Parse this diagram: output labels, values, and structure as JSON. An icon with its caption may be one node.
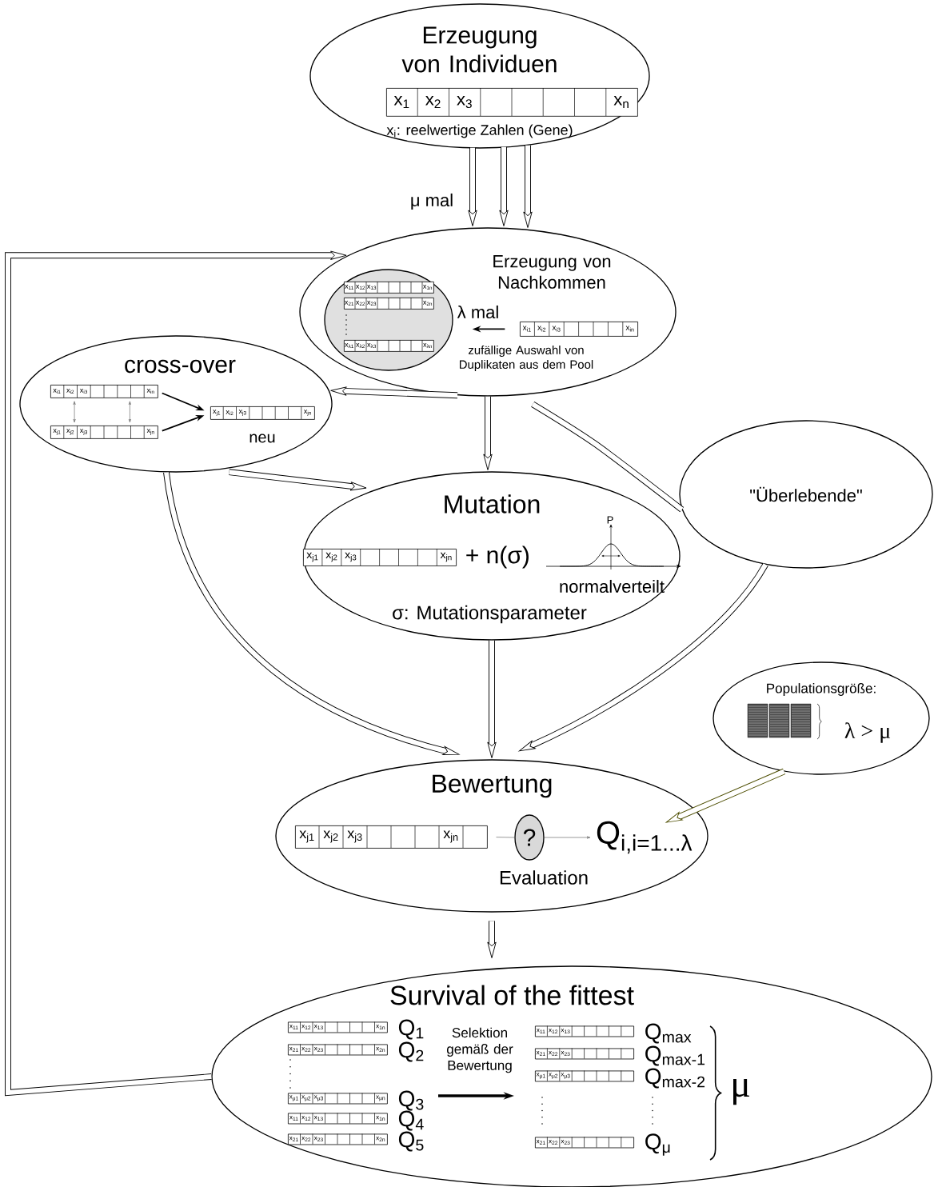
{
  "diagram": {
    "nodes": [
      {
        "text": [
          "Erzeugung von Individuen",
          "x$_{i}$: reelwertige Zahlen (Gene)"
        ]
      },
      {
        "text": [
          "x$_{1}$",
          "x$_{2}$",
          "x$_{3}$",
          "x$_{n}$"
        ],
        "in": 0
      },
      {
        "text": [
          "Erzeugung von Nachkommen",
          "zufällige Auswahl von Duplikaten aus dem Pool"
        ]
      },
      {
        "text": [],
        "shape": "circle",
        "in": 2
      },
      {
        "text": [
          "x$_{11}$",
          "x$_{12}$",
          "x$_{13}$",
          "x$_{1n}$"
        ],
        "in": 3
      },
      {
        "text": [
          "x$_{21}$",
          "x$_{22}$",
          "x$_{23}$",
          "x$_{2n}$"
        ],
        "in": 3
      },
      {
        "text": [
          "x$_{λ1}$",
          "x$_{λ2}$",
          "x$_{λ3}$",
          "x$_{λn}$"
        ],
        "in": 3
      },
      {
        "text": [
          "x$_{i1}$",
          "x$_{i2}$",
          "x$_{i3}$",
          "x$_{in}$"
        ],
        "in": 2
      },
      {
        "text": [
          "cross-over"
        ]
      },
      {
        "text": [
          "x$_{i1}$",
          "x$_{i2}$",
          "x$_{i3}$",
          "x$_{in}$"
        ],
        "in": 8
      },
      {
        "text": [
          "x$_{j1}$",
          "x$_{j2}$",
          "x$_{j3}$",
          "x$_{jn}$"
        ],
        "in": 8
      },
      {
        "text": [
          "x$_{j1}$",
          "x$_{i2}$",
          "x$_{j3}$",
          "x$_{jn}$"
        ],
        "in": 8,
        "beside": [
          "neu"
        ]
      },
      {
        "text": [
          "\"Überlebende\""
        ]
      },
      {
        "text": [
          "Mutation",
          "σ: Mutationsparameter"
        ]
      },
      {
        "text": [
          "x$_{j1}$",
          "x$_{j2}$",
          "x$_{j3}$",
          "x$_{jn}$"
        ],
        "in": 13,
        "beside": [
          "+ n(σ)"
        ]
      },
      {
        "text": [
          "Populationsgröße:",
          "λ > μ"
        ]
      },
      {
        "text": [
          "Bewertung",
          "Evaluation"
        ]
      },
      {
        "text": [
          "x$_{j1}$",
          "x$_{j2}$",
          "x$_{j3}$",
          "x$_{jn}$"
        ],
        "in": 16
      },
      {
        "text": [
          "?"
        ],
        "in": 16
      },
      {
        "text": [
          "Q$_{i,i=1...λ}$"
        ],
        "in": 16
      },
      {
        "text": [
          "Survival of the fittest"
        ]
      },
      {
        "text": [
          "x$_{11}$",
          "x$_{12}$",
          "x$_{13}$",
          "x$_{1n}$"
        ],
        "in": 20,
        "beside": [
          "Q$_{1}$"
        ]
      },
      {
        "text": [
          "x$_{21}$",
          "x$_{22}$",
          "x$_{23}$",
          "x$_{2n}$"
        ],
        "in": 20,
        "beside": [
          "Q$_{2}$"
        ]
      },
      {
        "text": [
          "x$_{μ1}$",
          "x$_{μ2}$",
          "x$_{μ3}$",
          "x$_{μn}$"
        ],
        "in": 20,
        "beside": [
          "Q$_{3}$"
        ]
      },
      {
        "text": [
          "x$_{11}$",
          "x$_{12}$",
          "x$_{13}$",
          "x$_{1n}$"
        ],
        "in": 20,
        "beside": [
          "Q$_{4}$"
        ]
      },
      {
        "text": [
          "x$_{21}$",
          "x$_{22}$",
          "x$_{23}$",
          "x$_{2n}$"
        ],
        "in": 20,
        "beside": [
          "Q$_{5}$"
        ]
      },
      {
        "text": [
          "x$_{11}$",
          "x$_{12}$",
          "x$_{13}$"
        ],
        "in": 20,
        "beside": [
          "Q$_{max}$"
        ]
      },
      {
        "text": [
          "x$_{21}$",
          "x$_{22}$",
          "x$_{23}$"
        ],
        "in": 20,
        "beside": [
          "Q$_{max-1}$"
        ]
      },
      {
        "text": [
          "x$_{μ1}$",
          "x$_{μ2}$",
          "x$_{μ3}$"
        ],
        "in": 20,
        "beside": [
          "Q$_{max-2}$"
        ]
      },
      {
        "text": [
          "x$_{21}$",
          "x$_{22}$",
          "x$_{23}$"
        ],
        "in": 20,
        "beside": [
          "Q$_{μ}$"
        ]
      }
    ],
    "edges": [
      {
        "from": 0,
        "to": 2,
        "arrow": "to",
        "label": "μ mal"
      },
      {
        "from": 0,
        "to": 2,
        "arrow": "to"
      },
      {
        "from": 0,
        "to": 2,
        "arrow": "to"
      },
      {
        "from": 20,
        "to": 2,
        "arrow": "to"
      },
      {
        "from": 7,
        "to": 3,
        "arrow": "to",
        "label": "λ mal"
      },
      {
        "from": 2,
        "to": 8,
        "arrow": "to"
      },
      {
        "from": 2,
        "to": 13,
        "arrow": "to"
      },
      {
        "from": 2,
        "to": 12,
        "arrow": "none"
      },
      {
        "from": 12,
        "to": 16,
        "arrow": "to"
      },
      {
        "from": 9,
        "to": 11,
        "arrow": "to"
      },
      {
        "from": 10,
        "to": 11,
        "arrow": "to"
      },
      {
        "from": 9,
        "to": 10,
        "arrow": "both",
        "color": "#808080"
      },
      {
        "from": 9,
        "to": 10,
        "arrow": "both",
        "color": "#808080"
      },
      {
        "from": 8,
        "to": 13,
        "arrow": "to"
      },
      {
        "from": 8,
        "to": 16,
        "arrow": "to"
      },
      {
        "from": 13,
        "to": 16,
        "arrow": "to"
      },
      {
        "from": 15,
        "to": 19,
        "arrow": "to",
        "color": "#4d4d00"
      },
      {
        "from": 17,
        "to": 18,
        "arrow": "none",
        "color": "#808080"
      },
      {
        "from": 18,
        "to": 19,
        "arrow": "to",
        "color": "#808080"
      },
      {
        "from": 16,
        "to": 20,
        "arrow": "to"
      }
    ],
    "labels": [
      "P",
      "normalverteilt",
      "Selektion gemäß der Bewertung",
      "μ"
    ]
  }
}
